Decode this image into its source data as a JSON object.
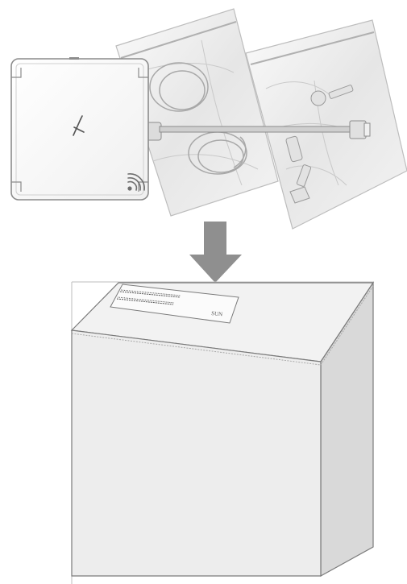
{
  "diagram": {
    "items": {
      "reader_device": "reader-device",
      "accessory_bags": [
        "bag-left",
        "bag-right"
      ],
      "cable": "cable"
    },
    "arrow": {
      "direction": "down"
    },
    "shipping_box": {
      "label_text": "SUN"
    }
  },
  "colors": {
    "outline": "#8c8c8c",
    "device_face": "#f6f6f6",
    "bag_fill": "#ececec",
    "arrow": "#8f8f8f",
    "box_top": "#f2f2f2",
    "box_front": "#ededed",
    "box_side": "#d9d9d9"
  }
}
